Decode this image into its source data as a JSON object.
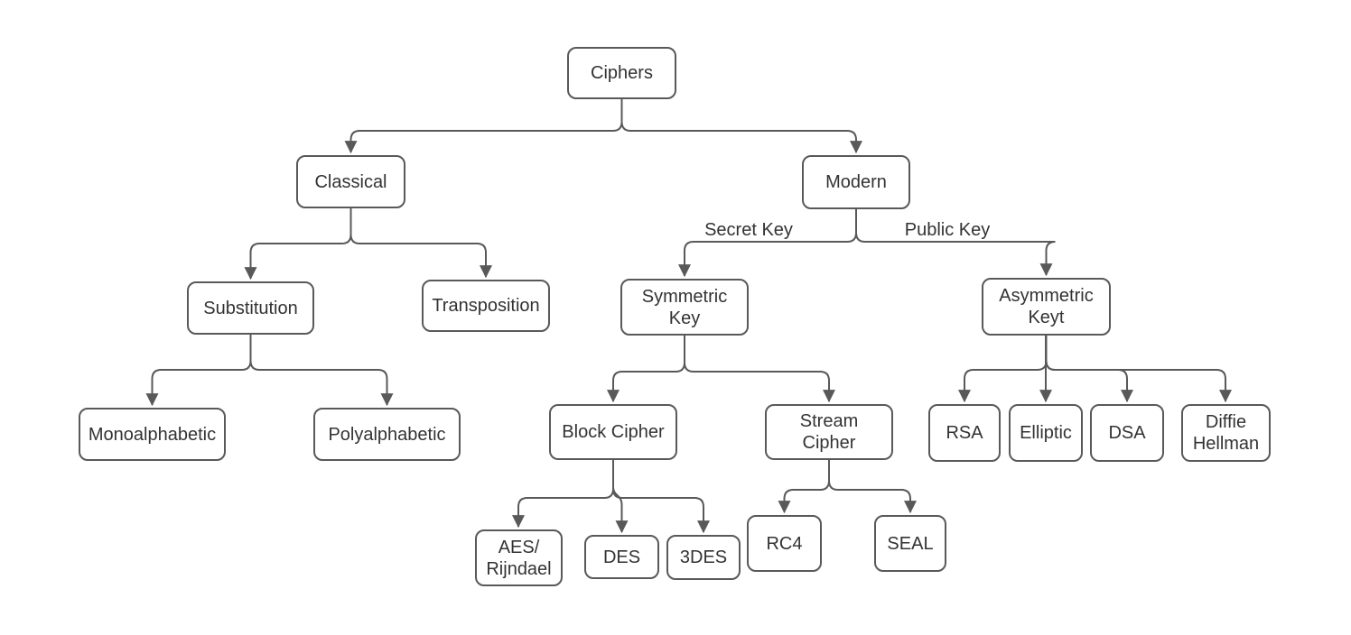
{
  "diagram": {
    "type": "tree",
    "title": "Ciphers classification",
    "colors": {
      "background": "#ffffff",
      "node_fill": "#ffffff",
      "node_border": "#595959",
      "connector": "#595959",
      "arrowhead": "#595959",
      "text": "#333333"
    },
    "nodes": {
      "ciphers": {
        "label": "Ciphers"
      },
      "classical": {
        "label": "Classical"
      },
      "modern": {
        "label": "Modern"
      },
      "substitution": {
        "label": "Substitution"
      },
      "transposition": {
        "label": "Transposition"
      },
      "symmetric": {
        "label": "Symmetric\nKey"
      },
      "asymmetric": {
        "label": "Asymmetric\nKeyt"
      },
      "monoalphabetic": {
        "label": "Monoalphabetic"
      },
      "polyalphabetic": {
        "label": "Polyalphabetic"
      },
      "block_cipher": {
        "label": "Block Cipher"
      },
      "stream_cipher": {
        "label": "Stream\nCipher"
      },
      "rsa": {
        "label": "RSA"
      },
      "elliptic": {
        "label": "Elliptic"
      },
      "dsa": {
        "label": "DSA"
      },
      "diffie_hellman": {
        "label": "Diffie\nHellman"
      },
      "aes_rijndael": {
        "label": "AES/\nRijndael"
      },
      "des": {
        "label": "DES"
      },
      "3des": {
        "label": "3DES"
      },
      "rc4": {
        "label": "RC4"
      },
      "seal": {
        "label": "SEAL"
      }
    },
    "edge_labels": {
      "secret_key": "Secret Key",
      "public_key": "Public Key"
    },
    "edges": [
      "Ciphers->Classical",
      "Ciphers->Modern",
      "Classical->Substitution",
      "Classical->Transposition",
      "Modern->Symmetric Key (Secret Key)",
      "Modern->Asymmetric Keyt (Public Key)",
      "Substitution->Monoalphabetic",
      "Substitution->Polyalphabetic",
      "Symmetric Key->Block Cipher",
      "Symmetric Key->Stream Cipher",
      "Asymmetric Keyt->RSA",
      "Asymmetric Keyt->Elliptic",
      "Asymmetric Keyt->DSA",
      "Asymmetric Keyt->Diffie Hellman",
      "Block Cipher->AES/Rijndael",
      "Block Cipher->DES",
      "Block Cipher->3DES",
      "Stream Cipher->RC4",
      "Stream Cipher->SEAL"
    ]
  }
}
